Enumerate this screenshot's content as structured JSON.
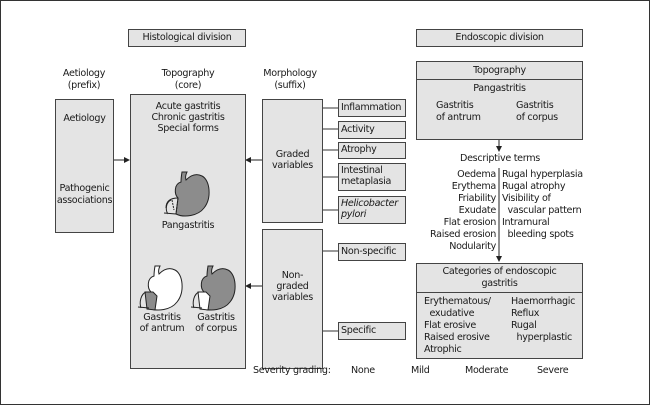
{
  "histological": {
    "title": "Histological division",
    "headers": {
      "aetiology": [
        "Aetiology",
        "(prefix)"
      ],
      "topography": [
        "Topography",
        "(core)"
      ],
      "morphology": [
        "Morphology",
        "(suffix)"
      ]
    },
    "aetiology_box": {
      "top": "Aetiology",
      "bottom": [
        "Pathogenic",
        "associations"
      ]
    },
    "topography_box": {
      "forms": [
        "Acute gastritis",
        "Chronic gastritis",
        "Special forms"
      ],
      "pangastritis": "Pangastritis",
      "antrum": [
        "Gastritis",
        "of antrum"
      ],
      "corpus": [
        "Gastritis",
        "of corpus"
      ]
    },
    "graded": {
      "label": [
        "Graded",
        "variables"
      ],
      "items": [
        {
          "label": [
            "Inflammation"
          ],
          "italic": false
        },
        {
          "label": [
            "Activity"
          ],
          "italic": false
        },
        {
          "label": [
            "Atrophy"
          ],
          "italic": false
        },
        {
          "label": [
            "Intestinal",
            "metaplasia"
          ],
          "italic": false
        },
        {
          "label": [
            "Helicobacter",
            "pylori"
          ],
          "italic": true
        }
      ]
    },
    "non_graded": {
      "label": [
        "Non-",
        "graded",
        "variables"
      ],
      "items": [
        "Non-specific",
        "Specific"
      ]
    }
  },
  "endoscopic": {
    "title": "Endoscopic division",
    "topography": {
      "header": "Topography",
      "pangastritis": "Pangastritis",
      "antrum": [
        "Gastritis",
        "of antrum"
      ],
      "corpus": [
        "Gastritis",
        "of corpus"
      ]
    },
    "descriptive_terms": {
      "title": "Descriptive terms",
      "left": [
        "Oedema",
        "Erythema",
        "Friability",
        "Exudate",
        "Flat erosion",
        "Raised erosion",
        "Nodularity"
      ],
      "right": [
        "Rugal hyperplasia",
        "Rugal atrophy",
        "Visibility of",
        "  vascular pattern",
        "Intramural",
        "  bleeding spots"
      ]
    },
    "categories": {
      "header": [
        "Categories of endoscopic",
        "gastritis"
      ],
      "left": [
        "Erythematous/",
        "  exudative",
        "Flat erosive",
        "Raised erosive",
        "Atrophic"
      ],
      "right": [
        "Haemorrhagic",
        "Reflux",
        "Rugal",
        "  hyperplastic"
      ]
    }
  },
  "severity": {
    "label": "Severity grading:",
    "levels": [
      "None",
      "Mild",
      "Moderate",
      "Severe"
    ]
  },
  "colors": {
    "box_fill": "#e4e4e4",
    "stomach_shaded": "#8c8c8c",
    "stomach_white": "#ffffff",
    "line": "#333333"
  }
}
